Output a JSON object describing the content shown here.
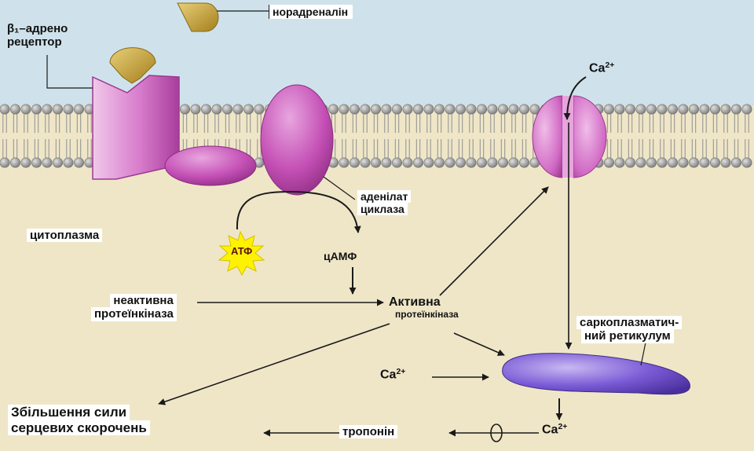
{
  "labels": {
    "noradrenaline": "норадреналін",
    "receptor_line1": "β₁–адрено",
    "receptor_line2": "рецептор",
    "ca_top_base": "Ca",
    "ca_top_sup": "2+",
    "adenylate_line1": "аденілат",
    "adenylate_line2": "циклаза",
    "cytoplasm": "цитоплазма",
    "atp": "АТФ",
    "camp": "цАМФ",
    "inactive_line1": "неактивна",
    "inactive_line2": "протеїнкіназа",
    "active_line1": "Активна",
    "active_line2": "протеїнкіназа",
    "sr_line1": "саркоплазматич-",
    "sr_line2": "ний ретикулум",
    "ca_left_base": "Ca",
    "ca_left_sup": "2+",
    "ca_bottom_base": "Ca",
    "ca_bottom_sup": "2+",
    "troponin": "тропонін",
    "increase_line1": "Збільшення сили",
    "increase_line2": "серцевих скорочень"
  },
  "colors": {
    "extracellular": "#cfe2ec",
    "cytoplasm": "#efe6c8",
    "membrane_head": "#9a9a9a",
    "protein": "#c44fb5",
    "ligand": "#c9a23a",
    "reticulum": "#6a4ec8",
    "atp_star": "#fff200"
  }
}
